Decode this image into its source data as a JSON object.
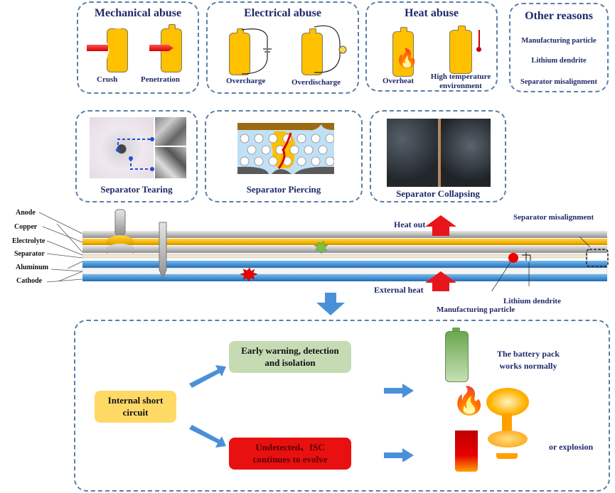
{
  "causes": {
    "mechanical": {
      "title": "Mechanical abuse",
      "items": [
        "Crush",
        "Penetration"
      ]
    },
    "electrical": {
      "title": "Electrical abuse",
      "items": [
        "Overcharge",
        "Overdischarge"
      ]
    },
    "heat": {
      "title": "Heat abuse",
      "items": [
        "Overheat",
        "High temperature environment"
      ]
    },
    "other": {
      "title": "Other reasons",
      "items": [
        "Manufacturing particle",
        "Lithium dendrite",
        "Separator misalignment"
      ]
    }
  },
  "failure_modes": [
    "Separator Tearing",
    "Separator Piercing",
    "Separator Collapsing"
  ],
  "cell_layers": [
    "Anode",
    "Copper",
    "Electrolyte",
    "Separator",
    "Aluminum",
    "Cathode"
  ],
  "annotations": {
    "heat_out": "Heat out",
    "external_heat": "External heat",
    "separator_misalignment": "Separator misalignment",
    "lithium_dendrite": "Lithium dendrite",
    "manufacturing_particle": "Manufacturing particle"
  },
  "flow": {
    "start": "Internal short circuit",
    "branch_good": "Early warning, detection and isolation",
    "branch_bad": "Undetected、ISC continues to evolve",
    "outcome_good": "The battery pack works normally",
    "outcome_bad": "or explosion"
  },
  "colors": {
    "title_text": "#1f2a6b",
    "dash_border": "#5b7fa6",
    "battery_yellow": "#ffc000",
    "copper_layer": "#f5b400",
    "aluminum_layer": "#3f8fd2",
    "arrow_blue": "#4a90d9",
    "good_box": "#c5dbb4",
    "bad_box": "#e81010",
    "start_box": "#ffd966"
  }
}
